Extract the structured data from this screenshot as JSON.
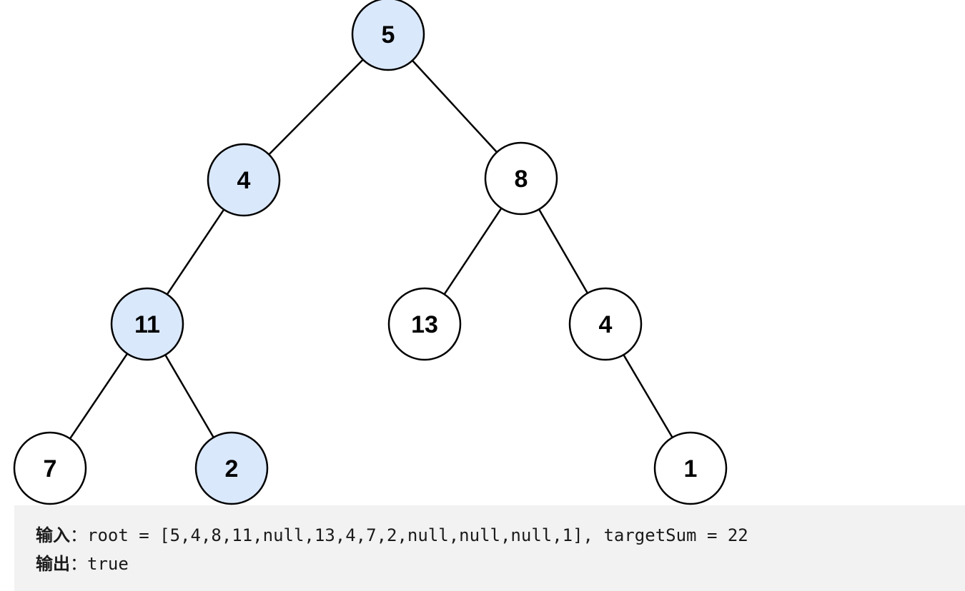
{
  "tree": {
    "nodes": [
      {
        "id": "n5",
        "label": "5",
        "highlighted": true
      },
      {
        "id": "n4a",
        "label": "4",
        "highlighted": true
      },
      {
        "id": "n8",
        "label": "8",
        "highlighted": false
      },
      {
        "id": "n11",
        "label": "11",
        "highlighted": true
      },
      {
        "id": "n13",
        "label": "13",
        "highlighted": false
      },
      {
        "id": "n4b",
        "label": "4",
        "highlighted": false
      },
      {
        "id": "n7",
        "label": "7",
        "highlighted": false
      },
      {
        "id": "n2",
        "label": "2",
        "highlighted": true
      },
      {
        "id": "n1",
        "label": "1",
        "highlighted": false
      }
    ],
    "edges": [
      [
        "n5",
        "n4a"
      ],
      [
        "n5",
        "n8"
      ],
      [
        "n4a",
        "n11"
      ],
      [
        "n8",
        "n13"
      ],
      [
        "n8",
        "n4b"
      ],
      [
        "n11",
        "n7"
      ],
      [
        "n11",
        "n2"
      ],
      [
        "n4b",
        "n1"
      ]
    ],
    "colors": {
      "highlight_fill": "#dae8fc",
      "normal_fill": "#ffffff",
      "stroke": "#000000"
    }
  },
  "example": {
    "input_label": "输入",
    "input_text": "：root = [5,4,8,11,null,13,4,7,2,null,null,null,1], targetSum = 22",
    "output_label": "输出",
    "output_text": "：true",
    "background": "#f2f2f2"
  }
}
